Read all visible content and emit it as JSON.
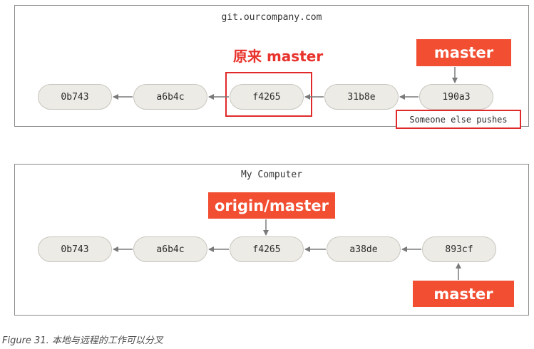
{
  "remote": {
    "title": "git.ourcompany.com",
    "commits": [
      "0b743",
      "a6b4c",
      "f4265",
      "31b8e",
      "190a3"
    ],
    "master_label": "master",
    "original_master_label": "原来 master",
    "note": "Someone else pushes"
  },
  "local": {
    "title": "My Computer",
    "commits": [
      "0b743",
      "a6b4c",
      "f4265",
      "a38de",
      "893cf"
    ],
    "origin_master_label": "origin/master",
    "master_label": "master"
  },
  "caption": "Figure 31. 本地与远程的工作可以分叉",
  "colors": {
    "accent": "#f14e32",
    "highlight_red": "#e02a2a",
    "commit_fill": "#edebe6",
    "arrow": "#7a7a7a"
  }
}
